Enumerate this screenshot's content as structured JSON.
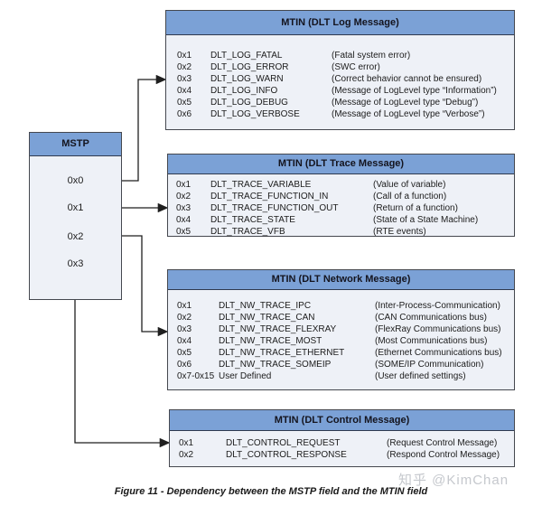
{
  "mstp": {
    "title": "MSTP",
    "values": [
      "0x0",
      "0x1",
      "0x2",
      "0x3"
    ]
  },
  "boxes": [
    {
      "title": "MTIN (DLT Log Message)",
      "rows": [
        {
          "code": "0x1",
          "name": "DLT_LOG_FATAL",
          "desc": "(Fatal system error)"
        },
        {
          "code": "0x2",
          "name": "DLT_LOG_ERROR",
          "desc": "(SWC error)"
        },
        {
          "code": "0x3",
          "name": "DLT_LOG_WARN",
          "desc": "(Correct behavior cannot be ensured)"
        },
        {
          "code": "0x4",
          "name": "DLT_LOG_INFO",
          "desc": "(Message of LogLevel type “Information”)"
        },
        {
          "code": "0x5",
          "name": "DLT_LOG_DEBUG",
          "desc": "(Message of LogLevel type “Debug”)"
        },
        {
          "code": "0x6",
          "name": "DLT_LOG_VERBOSE",
          "desc": "(Message of LogLevel type “Verbose”)"
        }
      ]
    },
    {
      "title": "MTIN (DLT Trace Message)",
      "rows": [
        {
          "code": "0x1",
          "name": "DLT_TRACE_VARIABLE",
          "desc": "(Value of variable)"
        },
        {
          "code": "0x2",
          "name": "DLT_TRACE_FUNCTION_IN",
          "desc": "(Call of a function)"
        },
        {
          "code": "0x3",
          "name": "DLT_TRACE_FUNCTION_OUT",
          "desc": "(Return of a function)"
        },
        {
          "code": "0x4",
          "name": "DLT_TRACE_STATE",
          "desc": "(State of a State Machine)"
        },
        {
          "code": "0x5",
          "name": "DLT_TRACE_VFB",
          "desc": "(RTE events)"
        }
      ]
    },
    {
      "title": "MTIN (DLT Network Message)",
      "rows": [
        {
          "code": "0x1",
          "name": "DLT_NW_TRACE_IPC",
          "desc": "(Inter-Process-Communication)"
        },
        {
          "code": "0x2",
          "name": "DLT_NW_TRACE_CAN",
          "desc": "(CAN Communications bus)"
        },
        {
          "code": "0x3",
          "name": "DLT_NW_TRACE_FLEXRAY",
          "desc": "(FlexRay Communications bus)"
        },
        {
          "code": "0x4",
          "name": "DLT_NW_TRACE_MOST",
          "desc": "(Most Communications bus)"
        },
        {
          "code": "0x5",
          "name": "DLT_NW_TRACE_ETHERNET",
          "desc": "(Ethernet Communications bus)"
        },
        {
          "code": "0x6",
          "name": "DLT_NW_TRACE_SOMEIP",
          "desc": "(SOME/IP Communication)"
        },
        {
          "code": "0x7-0x15",
          "name": "User Defined",
          "desc": "(User defined settings)"
        }
      ]
    },
    {
      "title": "MTIN (DLT Control Message)",
      "rows": [
        {
          "code": "0x1",
          "name": "DLT_CONTROL_REQUEST",
          "desc": "(Request Control Message)"
        },
        {
          "code": "0x2",
          "name": "DLT_CONTROL_RESPONSE",
          "desc": "(Respond Control Message)"
        }
      ]
    }
  ],
  "caption": "Figure 11 - Dependency between the MSTP field and the MTIN field",
  "watermark": "知乎 @KimChan",
  "colors": {
    "header_blue": "#7ba1d6",
    "body_fill": "#eef1f7",
    "border": "#45484f",
    "arrow": "#1f1f1f"
  }
}
